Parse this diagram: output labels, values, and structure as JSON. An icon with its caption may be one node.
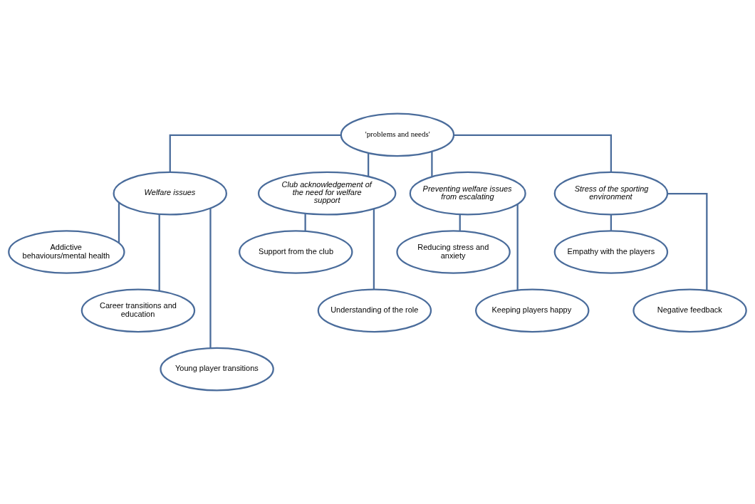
{
  "diagram": {
    "nodes": [
      {
        "text": [
          "'problems and needs'"
        ]
      },
      {
        "text": [
          "Welfare issues"
        ]
      },
      {
        "text": [
          "Club acknowledgement of the need for welfare support"
        ]
      },
      {
        "text": [
          "Preventing welfare issues from escalating"
        ]
      },
      {
        "text": [
          "Stress of the sporting environment"
        ]
      },
      {
        "text": [
          "Addictive behaviours/mental health"
        ]
      },
      {
        "text": [
          "Support from the club"
        ]
      },
      {
        "text": [
          "Reducing stress and anxiety"
        ]
      },
      {
        "text": [
          "Empathy with the players"
        ]
      },
      {
        "text": [
          "Career transitions and education"
        ]
      },
      {
        "text": [
          "Understanding of the role"
        ]
      },
      {
        "text": [
          "Keeping players happy"
        ]
      },
      {
        "text": [
          "Negative feedback"
        ]
      },
      {
        "text": [
          "Young player transitions"
        ]
      }
    ],
    "edges": [
      {
        "from": 0,
        "to": 1,
        "arrow": "none"
      },
      {
        "from": 0,
        "to": 2,
        "arrow": "none"
      },
      {
        "from": 0,
        "to": 3,
        "arrow": "none"
      },
      {
        "from": 0,
        "to": 4,
        "arrow": "none"
      },
      {
        "from": 1,
        "to": 5,
        "arrow": "none"
      },
      {
        "from": 1,
        "to": 9,
        "arrow": "none"
      },
      {
        "from": 1,
        "to": 13,
        "arrow": "none"
      },
      {
        "from": 2,
        "to": 6,
        "arrow": "none"
      },
      {
        "from": 2,
        "to": 10,
        "arrow": "none"
      },
      {
        "from": 3,
        "to": 7,
        "arrow": "none"
      },
      {
        "from": 3,
        "to": 11,
        "arrow": "none"
      },
      {
        "from": 4,
        "to": 8,
        "arrow": "none"
      },
      {
        "from": 4,
        "to": 12,
        "arrow": "none"
      }
    ]
  }
}
